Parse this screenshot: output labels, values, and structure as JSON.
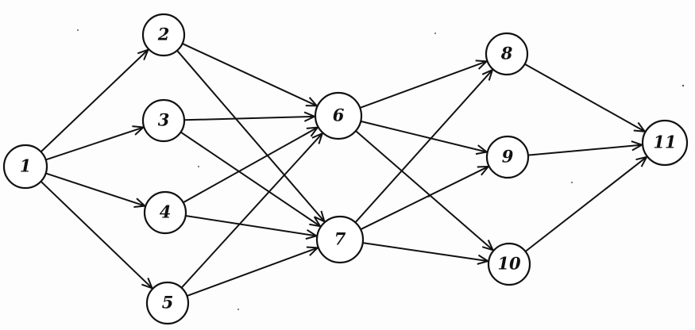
{
  "diagram": {
    "type": "directed-graph",
    "nodes": [
      {
        "id": "1",
        "label": "1"
      },
      {
        "id": "2",
        "label": "2"
      },
      {
        "id": "3",
        "label": "3"
      },
      {
        "id": "4",
        "label": "4"
      },
      {
        "id": "5",
        "label": "5"
      },
      {
        "id": "6",
        "label": "6"
      },
      {
        "id": "7",
        "label": "7"
      },
      {
        "id": "8",
        "label": "8"
      },
      {
        "id": "9",
        "label": "9"
      },
      {
        "id": "10",
        "label": "10"
      },
      {
        "id": "11",
        "label": "11"
      }
    ],
    "edges": [
      {
        "from": "1",
        "to": "2"
      },
      {
        "from": "1",
        "to": "3"
      },
      {
        "from": "1",
        "to": "4"
      },
      {
        "from": "1",
        "to": "5"
      },
      {
        "from": "2",
        "to": "6"
      },
      {
        "from": "2",
        "to": "7"
      },
      {
        "from": "3",
        "to": "6"
      },
      {
        "from": "3",
        "to": "7"
      },
      {
        "from": "4",
        "to": "6"
      },
      {
        "from": "4",
        "to": "7"
      },
      {
        "from": "5",
        "to": "6"
      },
      {
        "from": "5",
        "to": "7"
      },
      {
        "from": "6",
        "to": "8"
      },
      {
        "from": "6",
        "to": "9"
      },
      {
        "from": "6",
        "to": "10"
      },
      {
        "from": "7",
        "to": "8"
      },
      {
        "from": "7",
        "to": "9"
      },
      {
        "from": "7",
        "to": "10"
      },
      {
        "from": "8",
        "to": "11"
      },
      {
        "from": "9",
        "to": "11"
      },
      {
        "from": "10",
        "to": "11"
      }
    ],
    "colors": {
      "stroke": "#111111",
      "node_fill": "#ffffff",
      "background": "#fdfdfd"
    }
  }
}
